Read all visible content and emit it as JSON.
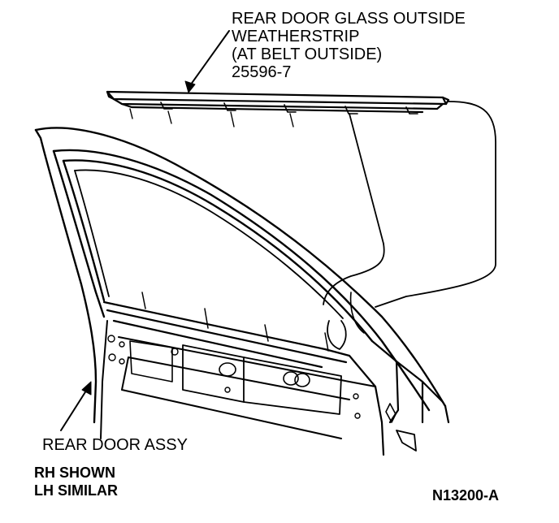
{
  "callout": {
    "line1": "REAR DOOR GLASS OUTSIDE",
    "line2": "WEATHERSTRIP",
    "line3": "(AT BELT OUTSIDE)",
    "line4": "25596-7"
  },
  "door_label": "REAR DOOR ASSY",
  "note": {
    "line1": "RH SHOWN",
    "line2": "LH SIMILAR"
  },
  "figure_number": "N13200-A",
  "colors": {
    "ink": "#000000",
    "paper": "#ffffff"
  }
}
